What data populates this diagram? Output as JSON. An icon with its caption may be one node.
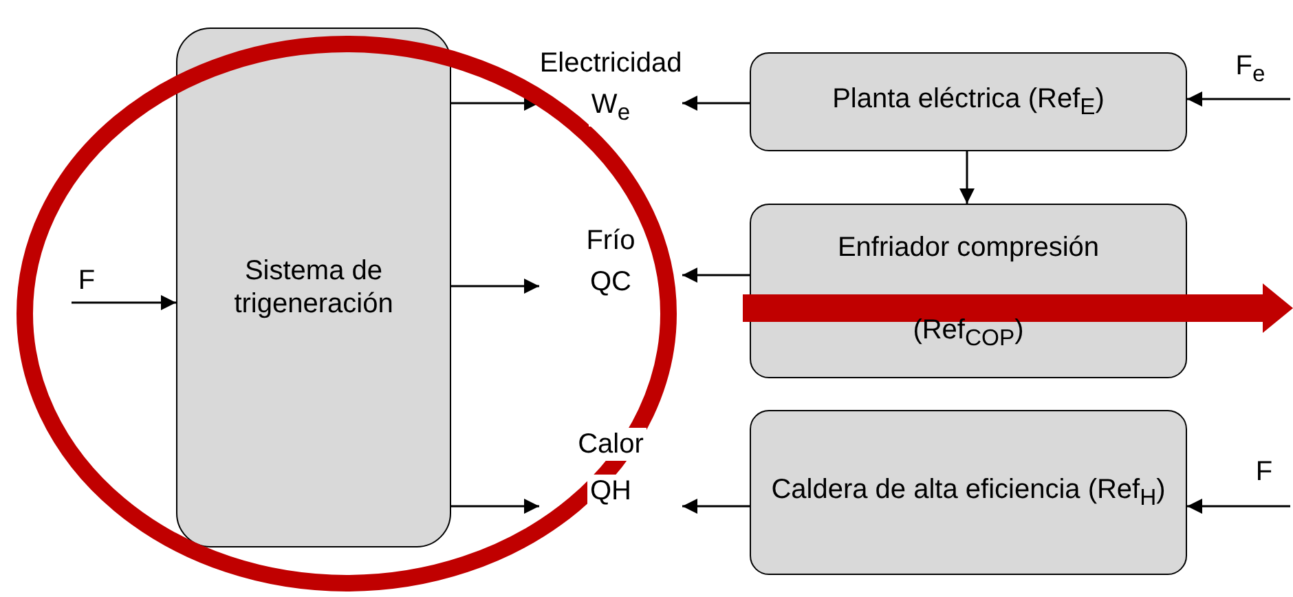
{
  "diagram": {
    "nodes": [
      {
        "text": [
          "Sistema de trigeneración"
        ]
      },
      {
        "text": [
          "F"
        ]
      },
      {
        "text": [
          "Electricidad",
          "W$_{e}$"
        ]
      },
      {
        "text": [
          "Planta eléctrica (Ref$_{E}$)"
        ]
      },
      {
        "text": [
          "F$_{e}$"
        ]
      },
      {
        "text": [
          "Frío",
          "QC"
        ]
      },
      {
        "text": [
          "Enfriador compresión",
          "(Ref$_{COP}$)"
        ]
      },
      {
        "text": [
          "Calor",
          "QH"
        ]
      },
      {
        "text": [
          "Caldera de alta eficiencia (Ref$_{H}$)"
        ]
      },
      {
        "text": [
          "F"
        ]
      }
    ],
    "edges": [
      {
        "from": 1,
        "to": 0,
        "arrow": "to"
      },
      {
        "from": 0,
        "to": 2,
        "arrow": "to"
      },
      {
        "from": 3,
        "to": 2,
        "arrow": "to"
      },
      {
        "from": 4,
        "to": 3,
        "arrow": "to"
      },
      {
        "from": 3,
        "to": 6,
        "arrow": "to"
      },
      {
        "from": 0,
        "to": 5,
        "arrow": "to"
      },
      {
        "from": 6,
        "to": 5,
        "arrow": "to"
      },
      {
        "from": 0,
        "to": 7,
        "arrow": "to"
      },
      {
        "from": 8,
        "to": 7,
        "arrow": "to"
      },
      {
        "from": 9,
        "to": 8,
        "arrow": "to"
      }
    ]
  }
}
